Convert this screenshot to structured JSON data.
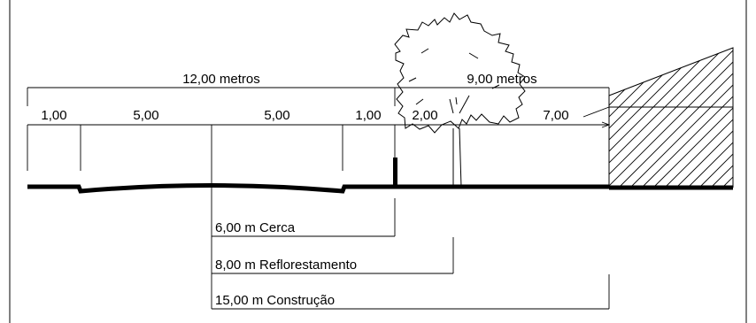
{
  "top_dimensions": {
    "total_left": "12,00 metros",
    "total_right": "9,00 metros"
  },
  "segments": [
    "1,00",
    "5,00",
    "5,00",
    "1,00",
    "2,00",
    "7,00"
  ],
  "setbacks": {
    "fence": "6,00 m Cerca",
    "reforestation": "8,00 m Reflorestamento",
    "construction": "15,00 m Construção"
  }
}
